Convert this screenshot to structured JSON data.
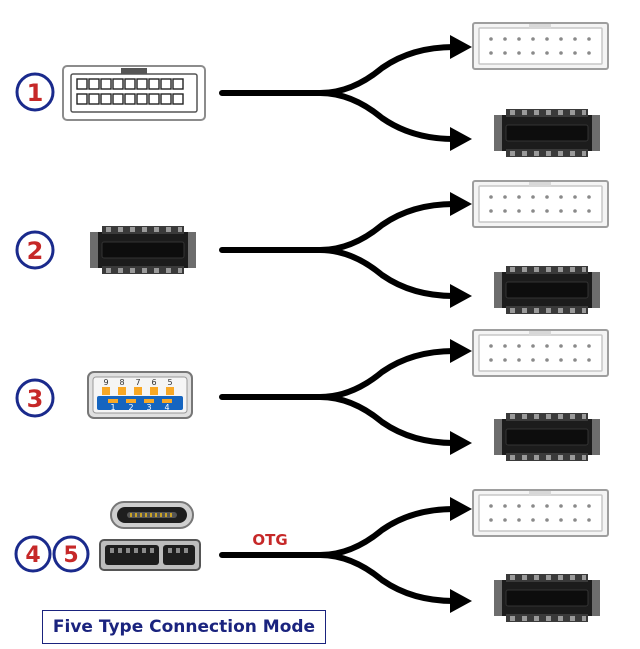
{
  "colors": {
    "badge": "#1a2a8c",
    "line": "#000000",
    "otg": "#c62828",
    "caption": "#1a237e",
    "usb_blue": "#1565c0",
    "usb_pin": "#f9a825"
  },
  "modes": [
    {
      "number": "1",
      "source": "20-pin-header-icon"
    },
    {
      "number": "2",
      "source": "key-a-connector-icon"
    },
    {
      "number": "3",
      "source": "usb-3-type-a-icon"
    },
    {
      "number": "4",
      "source": "usb-type-c-icon"
    },
    {
      "number": "5",
      "source": "usb-micro-b-3-icon"
    }
  ],
  "usb_pins_top": [
    "9",
    "8",
    "7",
    "6",
    "5"
  ],
  "usb_pins_bottom": [
    "1",
    "2",
    "3",
    "4"
  ],
  "otg_label": "OTG",
  "caption": "Five Type Connection Mode"
}
